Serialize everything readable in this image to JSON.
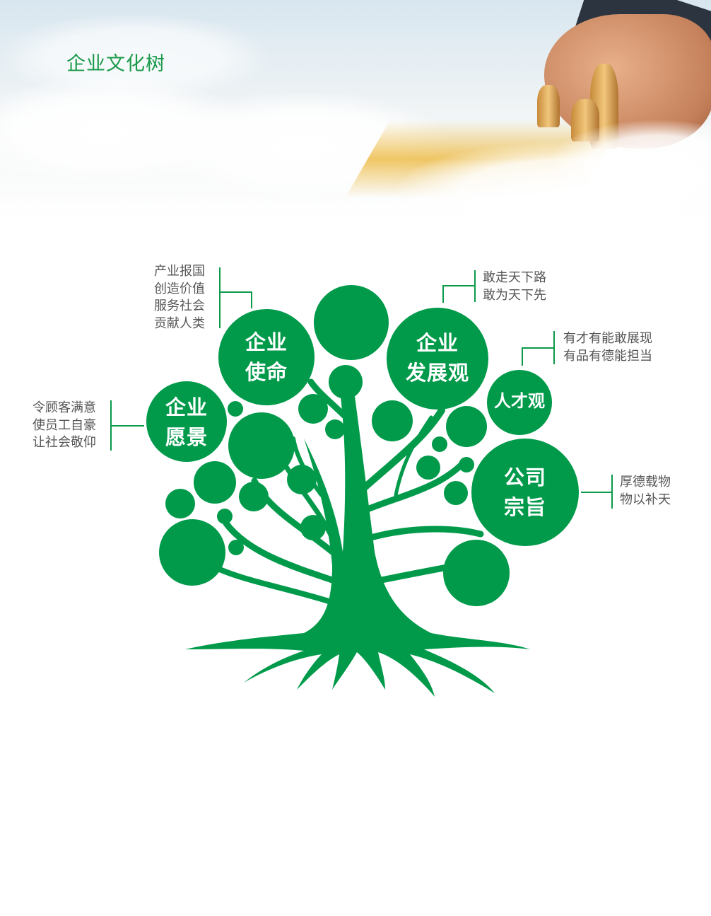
{
  "header": {
    "title": "企业文化树"
  },
  "colors": {
    "green": "#009a4a",
    "text_gray": "#555555"
  },
  "nodes": {
    "mission": {
      "lines": [
        "企业",
        "使命"
      ],
      "notes": [
        "产业报国",
        "创造价值",
        "服务社会",
        "贡献人类"
      ]
    },
    "development": {
      "lines": [
        "企业",
        "发展观"
      ],
      "notes": [
        "敢走天下路",
        "敢为天下先"
      ]
    },
    "talent": {
      "lines": [
        "人才观"
      ],
      "notes": [
        "有才有能敢展现",
        "有品有德能担当"
      ]
    },
    "vision": {
      "lines": [
        "企业",
        "愿景"
      ],
      "notes": [
        "令顾客满意",
        "使员工自豪",
        "让社会敬仰"
      ]
    },
    "purpose": {
      "lines": [
        "公司",
        "宗旨"
      ],
      "notes": [
        "厚德载物",
        "物以补天"
      ]
    }
  }
}
